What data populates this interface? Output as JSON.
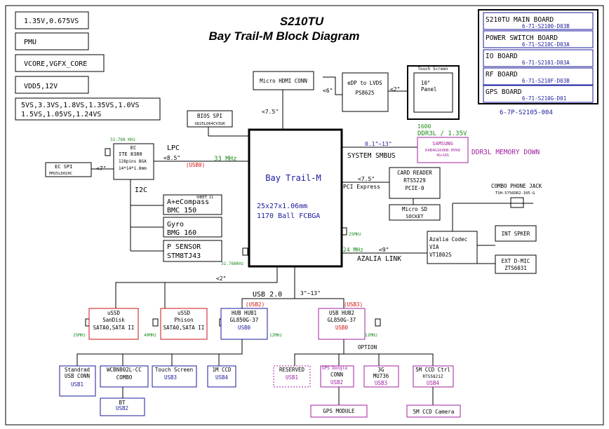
{
  "title": "S210TU",
  "subtitle": "Bay Trail-M Block Diagram",
  "legend": [
    "1.35V,0.675VS",
    "PMU",
    "VCORE,VGFX_CORE",
    "VDD5,12V",
    "5VS,3.3VS,1.8VS,1.35VS,1.0VS",
    "1.5VS,1.05VS,1.24VS"
  ],
  "boards": [
    {
      "name": "S210TU MAIN BOARD",
      "pn": "6-71-S2100-D03B"
    },
    {
      "name": "POWER SWITCH BOARD",
      "pn": "6-71-S210C-D03A"
    },
    {
      "name": "IO BOARD",
      "pn": "6-71-S2101-D03A"
    },
    {
      "name": "RF BOARD",
      "pn": "6-71-S210F-D03B"
    },
    {
      "name": "GPS BOARD",
      "pn": "6-71-S210G-D01"
    }
  ],
  "boards_pn": "6-7P-S2105-004",
  "cpu": {
    "name": "Bay Trail-M",
    "pkg1": "25x27x1.06mm",
    "pkg2": "1170 Ball FCBGA"
  },
  "hdmi": "Micro HDMI CONN",
  "edp": {
    "l1": "eDP to LVDS",
    "l2": "PS8625"
  },
  "panel": {
    "cap": "Touch Screen",
    "l1": "10\"",
    "l2": "Panel"
  },
  "bios": {
    "l1": "BIOS SPI",
    "l2": "GD25LQ64CVIGR"
  },
  "ec": {
    "l1": "EC",
    "l2": "ITE 8380",
    "l3": "128pins BGA",
    "l4": "14*14*1.8mm",
    "xtal": "32.768 KHz"
  },
  "ecspi": {
    "l1": "EC SPI",
    "l2": "PM25LD020C"
  },
  "labels": {
    "lpc": "LPC",
    "i2c": "I2C",
    "mhz33": "33 MHz",
    "usb0": "(USB0)",
    "sys_smbus": "SYSTEM SMBUS",
    "pcie": "PCI Express",
    "azalia": "AZALIA LINK",
    "mhz24": "24 MHz",
    "mhz25": "25MHz",
    "khz32": "32.768KHz",
    "usb20": "USB 2.0",
    "option": "OPTION",
    "ddr3_down": "DDR3L MEMORY DOWN",
    "usb2": "(USB2)",
    "usb3": "(USB3)",
    "l75_top": "<7.5\"",
    "l6": "<6\"",
    "l2_top": "<2\"",
    "l7": "<7\"",
    "l85": "<8.5\"",
    "l01": "0.1\"~13\"",
    "l75_r": "<7.5\"",
    "l9": "<9\"",
    "l2_mid": "<2\"",
    "l313": "3\"~13\""
  },
  "ddr": {
    "l1": "1600",
    "l2": "DDR3L / 1.35V",
    "chip1": "SAMSUNG",
    "chip2": "K4B4G1646B-HYK0",
    "chip3": "4G+16G"
  },
  "cardreader": {
    "l1": "CARD READER",
    "l2": "RTS5229",
    "l3": "PCIE-0"
  },
  "microsd": {
    "l1": "Micro SD",
    "l2": "SOCKET"
  },
  "sensors": [
    {
      "l1": "A+eCompass",
      "l2": "BMC 150",
      "note": "SHEET 21"
    },
    {
      "l1": "Gyro",
      "l2": "BMG 160",
      "note": ""
    },
    {
      "l1": "P SENSOR",
      "l2": "STM8TJ43",
      "note": ""
    }
  ],
  "codec": {
    "l1": "Azalia Codec",
    "l2": "VIA",
    "l3": "VT1802S"
  },
  "jack": {
    "l1": "COMBO PHONE JACK",
    "l2": "TSH-5756DR2-105-G"
  },
  "spker": "INT SPKER",
  "dmic": {
    "l1": "EXT D-MIC",
    "l2": "ZTS6031"
  },
  "ssd1": {
    "l1": "uSSD",
    "l2": "SanDisk",
    "l3": "SATA0,SATA II",
    "clk": "25MHz"
  },
  "ssd2": {
    "l1": "uSSD",
    "l2": "Phison",
    "l3": "SATA0,SATA II",
    "clk": "40MHz"
  },
  "hub1": {
    "l1": "HUB HUB1",
    "l2": "GL850G-37",
    "l3": "USB0",
    "clk": "12MHz"
  },
  "hub2": {
    "l1": "USB HUB2",
    "l2": "GL850G-37",
    "l3": "USB0",
    "clk": "12MHz"
  },
  "bottom": {
    "usbconn": {
      "l1": "Standrad",
      "l2": "USB CONN",
      "l3": "USB1"
    },
    "wcbn": {
      "l1": "WCBN802L-CC",
      "l2": "COMBO"
    },
    "touch": {
      "l1": "Touch Screen",
      "l2": "USB3"
    },
    "ccd1": {
      "l1": "1M CCD",
      "l2": "USB4"
    },
    "bt": {
      "l1": "BT",
      "l2": "USB2"
    },
    "reserved": {
      "l1": "RESERVED",
      "l2": "USB1"
    },
    "gpsconn": {
      "l1": "GPS Dongle",
      "l2": "CONN",
      "l3": "USB2"
    },
    "g3": {
      "l1": "3G",
      "l2": "MU736",
      "l3": "USB3"
    },
    "ccd5": {
      "l1": "5M CCD Ctrl",
      "l2": "RTS5821Z",
      "l3": "USB4"
    },
    "gpsmod": "GPS MODULE",
    "cam5": "5M CCD Camera"
  }
}
